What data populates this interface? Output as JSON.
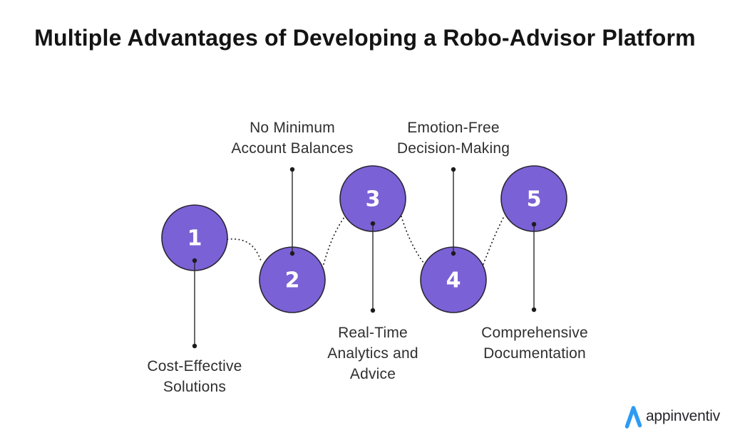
{
  "title": "Multiple Advantages of Developing a Robo-Advisor Platform",
  "steps": [
    {
      "number": "1",
      "label": "Cost-Effective Solutions",
      "label_position": "below"
    },
    {
      "number": "2",
      "label": "No Minimum Account Balances",
      "label_position": "above"
    },
    {
      "number": "3",
      "label": "Real-Time Analytics and Advice",
      "label_position": "below"
    },
    {
      "number": "4",
      "label": "Emotion-Free Decision-Making",
      "label_position": "above"
    },
    {
      "number": "5",
      "label": "Comprehensive Documentation",
      "label_position": "below"
    }
  ],
  "branding": {
    "logo_text": "appinventiv",
    "logo_icon": "appinventiv-a-icon"
  },
  "colors": {
    "background": "#FFFFFF",
    "title_text": "#141414",
    "label_text": "#2F2F2F",
    "circle_fill": "#7B61D6",
    "circle_stroke": "#2B2635",
    "number_text": "#FFFFFF",
    "line_color": "#222222",
    "logo_blue": "#2E9BF4",
    "logo_text_color": "#26262E"
  }
}
